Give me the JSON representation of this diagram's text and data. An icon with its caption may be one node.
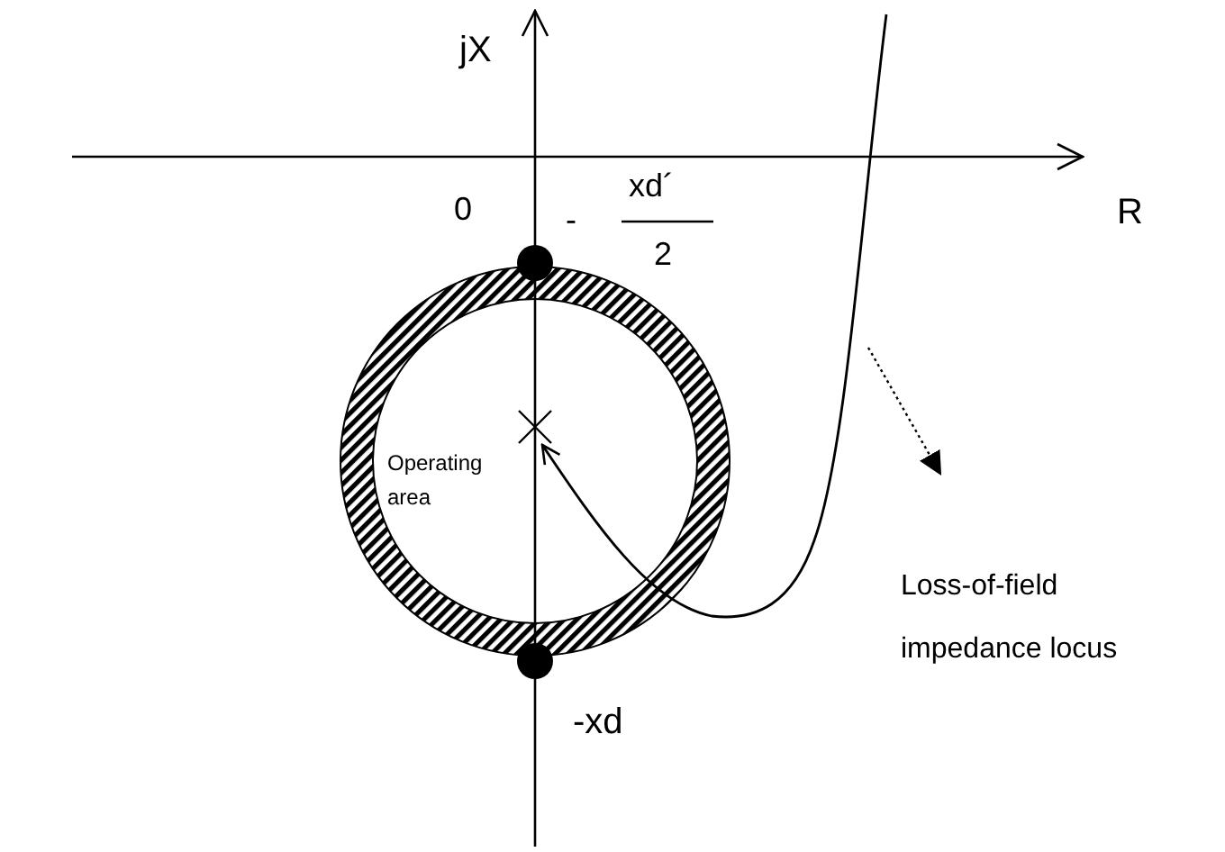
{
  "diagram": {
    "nodes": [
      {
        "text": [
          "Operating area"
        ]
      },
      {
        "text": [],
        "shape": "cross",
        "in": 0
      }
    ],
    "edges": [
      {
        "from": null,
        "to": 1,
        "arrow": "to"
      }
    ],
    "labels": [
      "jX",
      "0",
      "-",
      "xd´",
      "R",
      "2",
      "-xd",
      "Loss-of-field impedance locus"
    ]
  }
}
